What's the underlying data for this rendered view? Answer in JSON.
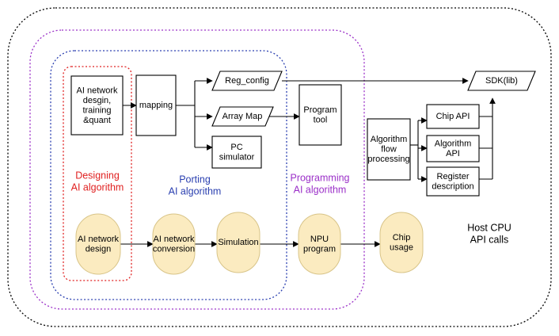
{
  "regions": {
    "host": "Host CPU\nAPI calls",
    "programming": "Programming\nAI algorithm",
    "porting": "Porting\nAI algorithm",
    "designing": "Designing\nAI algorithm"
  },
  "boxes": {
    "ai_network_train": "AI network\ndesgin,\ntraining\n&quant",
    "mapping": "mapping",
    "reg_config": "Reg_config",
    "array_map": "Array Map",
    "pc_simulator": "PC\nsimulator",
    "program_tool": "Program\ntool",
    "sdk": "SDK(lib)",
    "chip_api": "Chip API",
    "algorithm_api": "Algorithm\nAPI",
    "register_description": "Register\ndescription",
    "algorithm_flow": "Algorithm\nflow\nprocessing"
  },
  "stages": {
    "ai_network_design": "AI network\ndesign",
    "ai_network_conversion": "AI network\nconversion",
    "simulation": "Simulation",
    "npu_program": "NPU\nprogram",
    "chip_usage": "Chip\nusage"
  },
  "colors": {
    "outline": "#000000",
    "programming": "#9b30c8",
    "porting": "#2a3fb0",
    "designing": "#e02020",
    "stage_fill": "#fbebc0",
    "stage_stroke": "#d8c488"
  }
}
